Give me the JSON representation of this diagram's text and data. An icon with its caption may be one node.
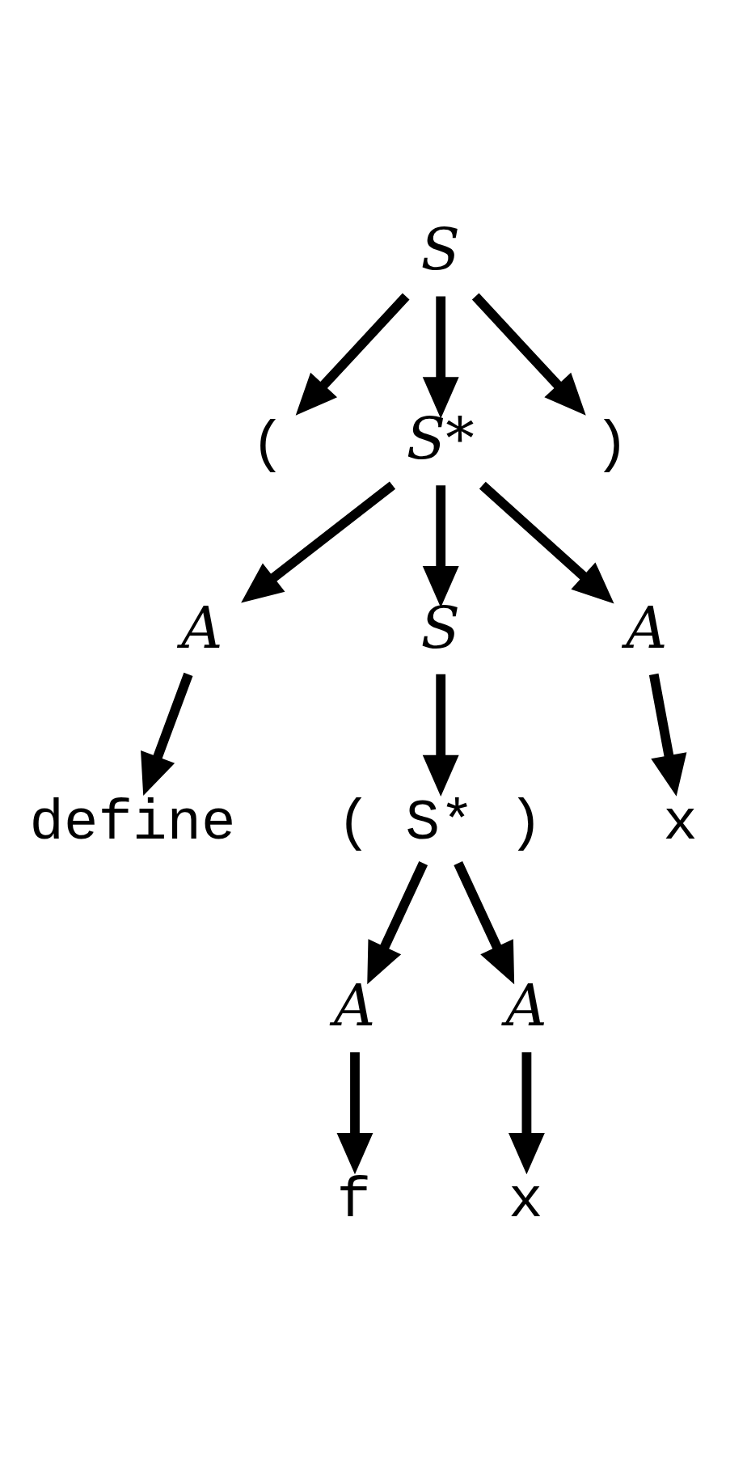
{
  "diagram": {
    "nodes": [
      {
        "text": [
          "S"
        ]
      },
      {
        "text": [
          "("
        ]
      },
      {
        "text": [
          "S*"
        ]
      },
      {
        "text": [
          ")"
        ]
      },
      {
        "text": [
          "A"
        ]
      },
      {
        "text": [
          "S"
        ]
      },
      {
        "text": [
          "A"
        ]
      },
      {
        "text": [
          "define"
        ]
      },
      {
        "text": [
          "( S* )"
        ]
      },
      {
        "text": [
          "x"
        ]
      },
      {
        "text": [
          "A"
        ]
      },
      {
        "text": [
          "A"
        ]
      },
      {
        "text": [
          "f"
        ]
      },
      {
        "text": [
          "x"
        ]
      }
    ],
    "edges": [
      {
        "from": 0,
        "to": 1,
        "arrow": "to"
      },
      {
        "from": 0,
        "to": 2,
        "arrow": "to"
      },
      {
        "from": 0,
        "to": 3,
        "arrow": "to"
      },
      {
        "from": 2,
        "to": 4,
        "arrow": "to"
      },
      {
        "from": 2,
        "to": 5,
        "arrow": "to"
      },
      {
        "from": 2,
        "to": 6,
        "arrow": "to"
      },
      {
        "from": 4,
        "to": 7,
        "arrow": "to"
      },
      {
        "from": 5,
        "to": 8,
        "arrow": "to"
      },
      {
        "from": 6,
        "to": 9,
        "arrow": "to"
      },
      {
        "from": 8,
        "to": 10,
        "arrow": "to"
      },
      {
        "from": 8,
        "to": 11,
        "arrow": "to"
      },
      {
        "from": 10,
        "to": 12,
        "arrow": "to"
      },
      {
        "from": 11,
        "to": 13,
        "arrow": "to"
      }
    ]
  }
}
